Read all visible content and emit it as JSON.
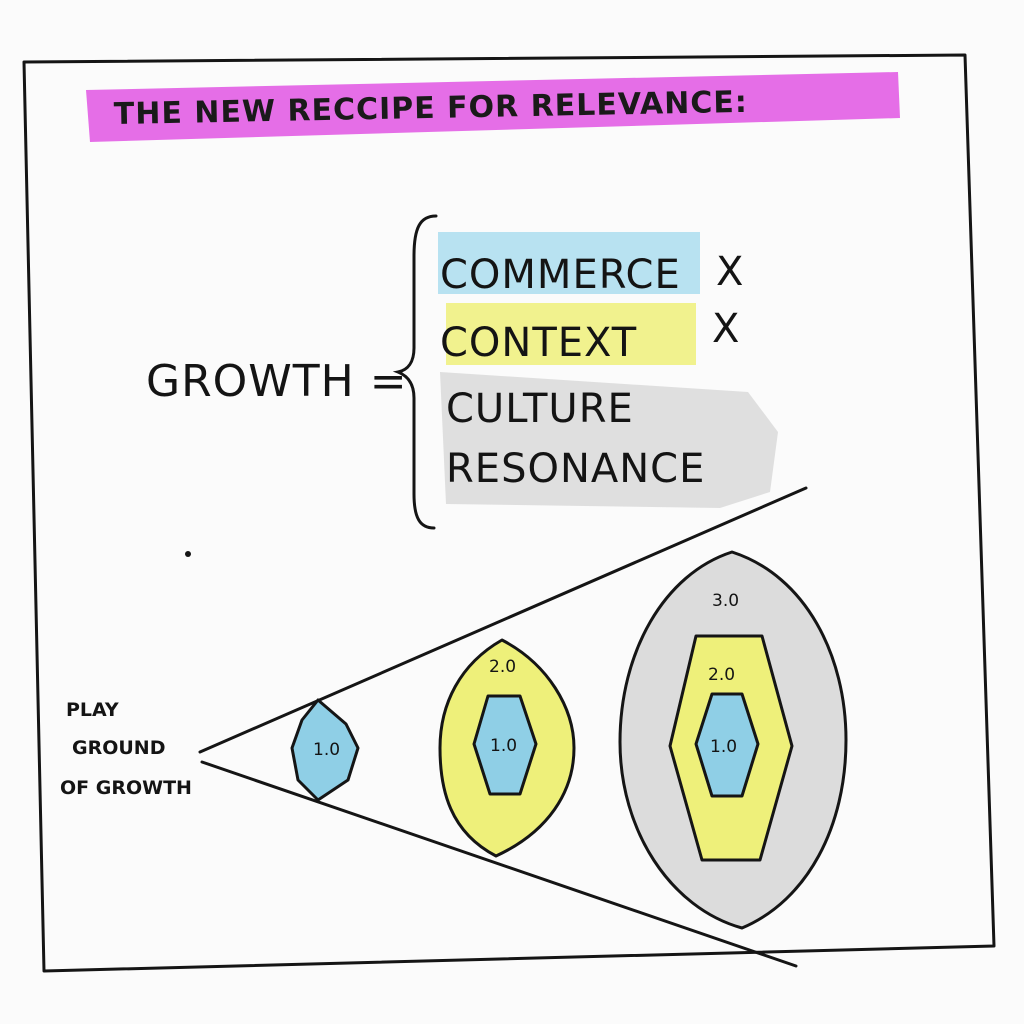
{
  "title": "THE NEW RECCIPE FOR RELEVANCE:",
  "equation": {
    "lhs": "GROWTH =",
    "terms": [
      {
        "label": "COMMERCE",
        "operator": "X",
        "highlight": "#a8dcef"
      },
      {
        "label": "CONTEXT",
        "operator": "X",
        "highlight": "#eef07a"
      },
      {
        "label": "CULTURE",
        "operator": "",
        "highlight": "#d8d8d8"
      },
      {
        "label": "RESONANCE",
        "operator": "",
        "highlight": "#d8d8d8"
      }
    ]
  },
  "playground": {
    "label_lines": [
      "PLAY",
      "GROUND",
      "OF GROWTH"
    ],
    "stages": [
      {
        "layers": [
          "1.0"
        ]
      },
      {
        "layers": [
          "1.0",
          "2.0"
        ]
      },
      {
        "layers": [
          "1.0",
          "2.0",
          "3.0"
        ]
      }
    ]
  },
  "colors": {
    "title_highlight": "#e466e6",
    "layer_1": "#8fcfe6",
    "layer_2": "#eef07a",
    "layer_3": "#dcdcdc",
    "ink": "#151515"
  }
}
